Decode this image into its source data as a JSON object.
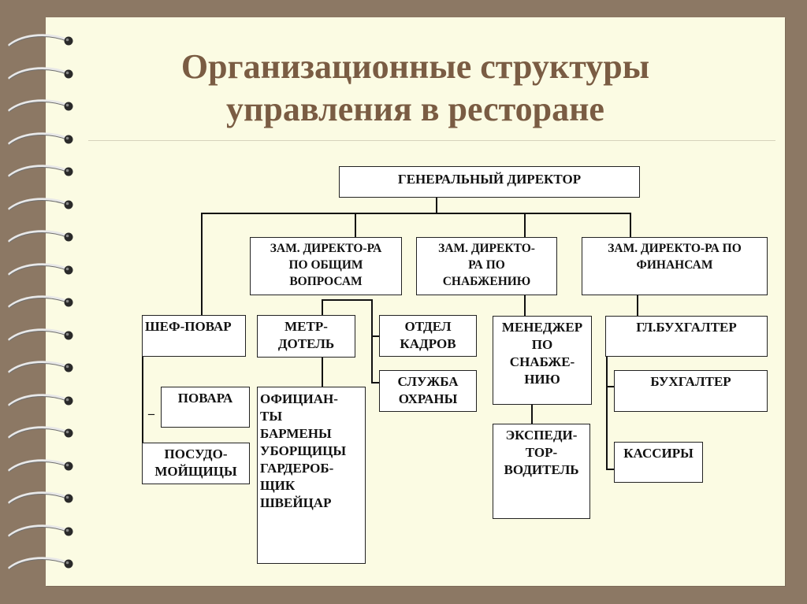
{
  "title": {
    "line1": "Организационные структуры",
    "line2": "управления в ресторане"
  },
  "org": {
    "general_director": "ГЕНЕРАЛЬНЫЙ ДИРЕКТОР",
    "deputy_general": "ЗАМ. ДИРЕКТО-РА\nПО ОБЩИМ\nВОПРОСАМ",
    "deputy_supply": "ЗАМ. ДИРЕКТО-\nРА ПО\nСНАБЖЕНИЮ",
    "deputy_finance": "ЗАМ. ДИРЕКТО-РА ПО\nФИНАНСАМ",
    "chef": "ШЕФ-ПОВАР",
    "cooks": "ПОВАРА",
    "dishwashers": "ПОСУДО-\nМОЙЩИЦЫ",
    "maitre": "МЕТР-\nДОТЕЛЬ",
    "staff": "ОФИЦИАН-\nТЫ\nБАРМЕНЫ\nУБОРЩИЦЫ\nГАРДЕРОБ-\nЩИК\nШВЕЙЦАР",
    "hr": "ОТДЕЛ\nКАДРОВ",
    "security": "СЛУЖБА\nОХРАНЫ",
    "supply_manager": "МЕНЕДЖЕР\nПО\nСНАБЖЕ-\nНИЮ",
    "forwarder": "ЭКСПЕДИ-\nТОР-\nВОДИТЕЛЬ",
    "chief_accountant": "ГЛ.БУХГАЛТЕР",
    "accountant": "БУХГАЛТЕР",
    "cashiers": "КАССИРЫ"
  },
  "colors": {
    "background": "#8c7864",
    "paper": "#fbfbe3",
    "title": "#7a5c43"
  },
  "icons": {
    "binding": "spiral-ring-icon"
  }
}
